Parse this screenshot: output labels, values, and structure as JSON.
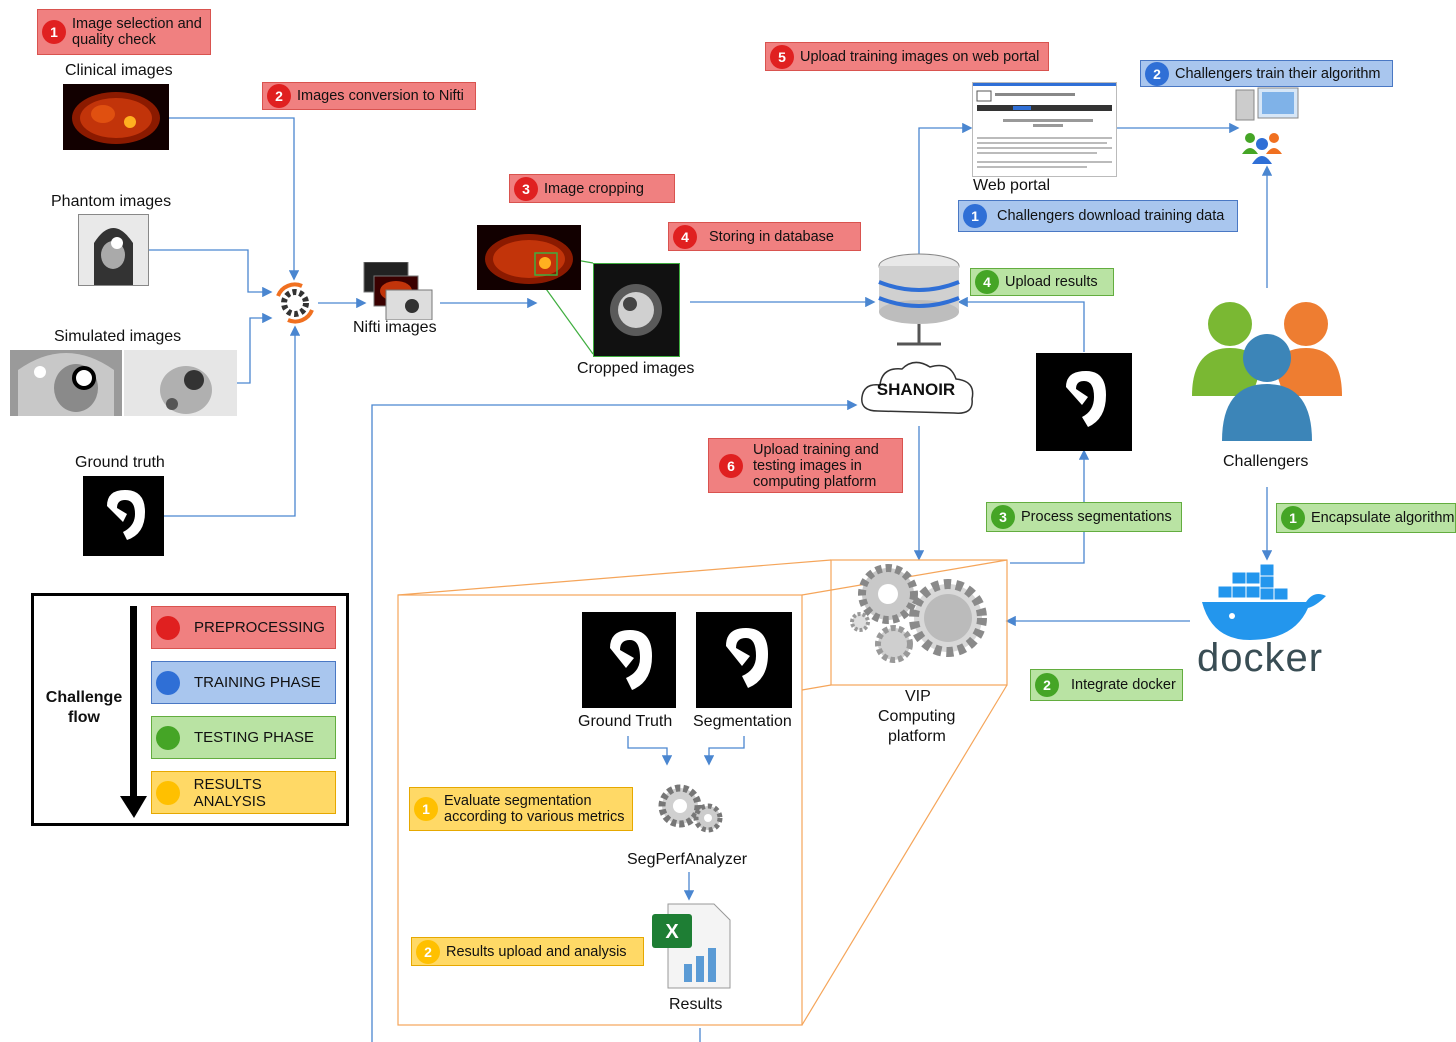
{
  "tags": {
    "t1": {
      "num": "1",
      "text": "Image selection and quality check"
    },
    "t2": {
      "num": "2",
      "text": "Images conversion to Nifti"
    },
    "t3": {
      "num": "3",
      "text": "Image cropping"
    },
    "t4": {
      "num": "4",
      "text": "Storing in database"
    },
    "t5": {
      "num": "5",
      "text": "Upload training images on web portal"
    },
    "t6": {
      "num": "6",
      "text": "Upload training and testing images in computing platform"
    },
    "b1": {
      "num": "1",
      "text": "Challengers download training data"
    },
    "b2": {
      "num": "2",
      "text": "Challengers train their algorithm"
    },
    "g1": {
      "num": "1",
      "text": "Encapsulate algorithm"
    },
    "g2": {
      "num": "2",
      "text": "Integrate docker"
    },
    "g3": {
      "num": "3",
      "text": "Process segmentations"
    },
    "g4": {
      "num": "4",
      "text": "Upload results"
    },
    "y1": {
      "num": "1",
      "text": "Evaluate segmentation according to various metrics"
    },
    "y2": {
      "num": "2",
      "text": "Results upload and analysis"
    }
  },
  "labels": {
    "clinical": "Clinical images",
    "phantom": "Phantom images",
    "simulated": "Simulated images",
    "ground_truth": "Ground truth",
    "nifti": "Nifti images",
    "cropped": "Cropped images",
    "web_portal": "Web portal",
    "challengers": "Challengers",
    "docker": "docker",
    "vip_line1": "VIP",
    "vip_line2": "Computing",
    "vip_line3": "platform",
    "gt_eval": "Ground Truth",
    "segmentation": "Segmentation",
    "segperf": "SegPerfAnalyzer",
    "results": "Results",
    "shanoir": "SHANOIR"
  },
  "legend": {
    "title_line1": "Challenge",
    "title_line2": "flow",
    "items": [
      {
        "label": "PREPROCESSING",
        "color": "#e02020"
      },
      {
        "label": "TRAINING PHASE",
        "color": "#2f6fd6"
      },
      {
        "label": "TESTING PHASE",
        "color": "#45a526"
      },
      {
        "label": "RESULTS ANALYSIS",
        "color": "#ffc000"
      }
    ]
  },
  "colors": {
    "connector": "#4a86d0",
    "platform_outline": "#f5a55a",
    "docker_blue": "#2396ed",
    "docker_text": "#394d54"
  }
}
